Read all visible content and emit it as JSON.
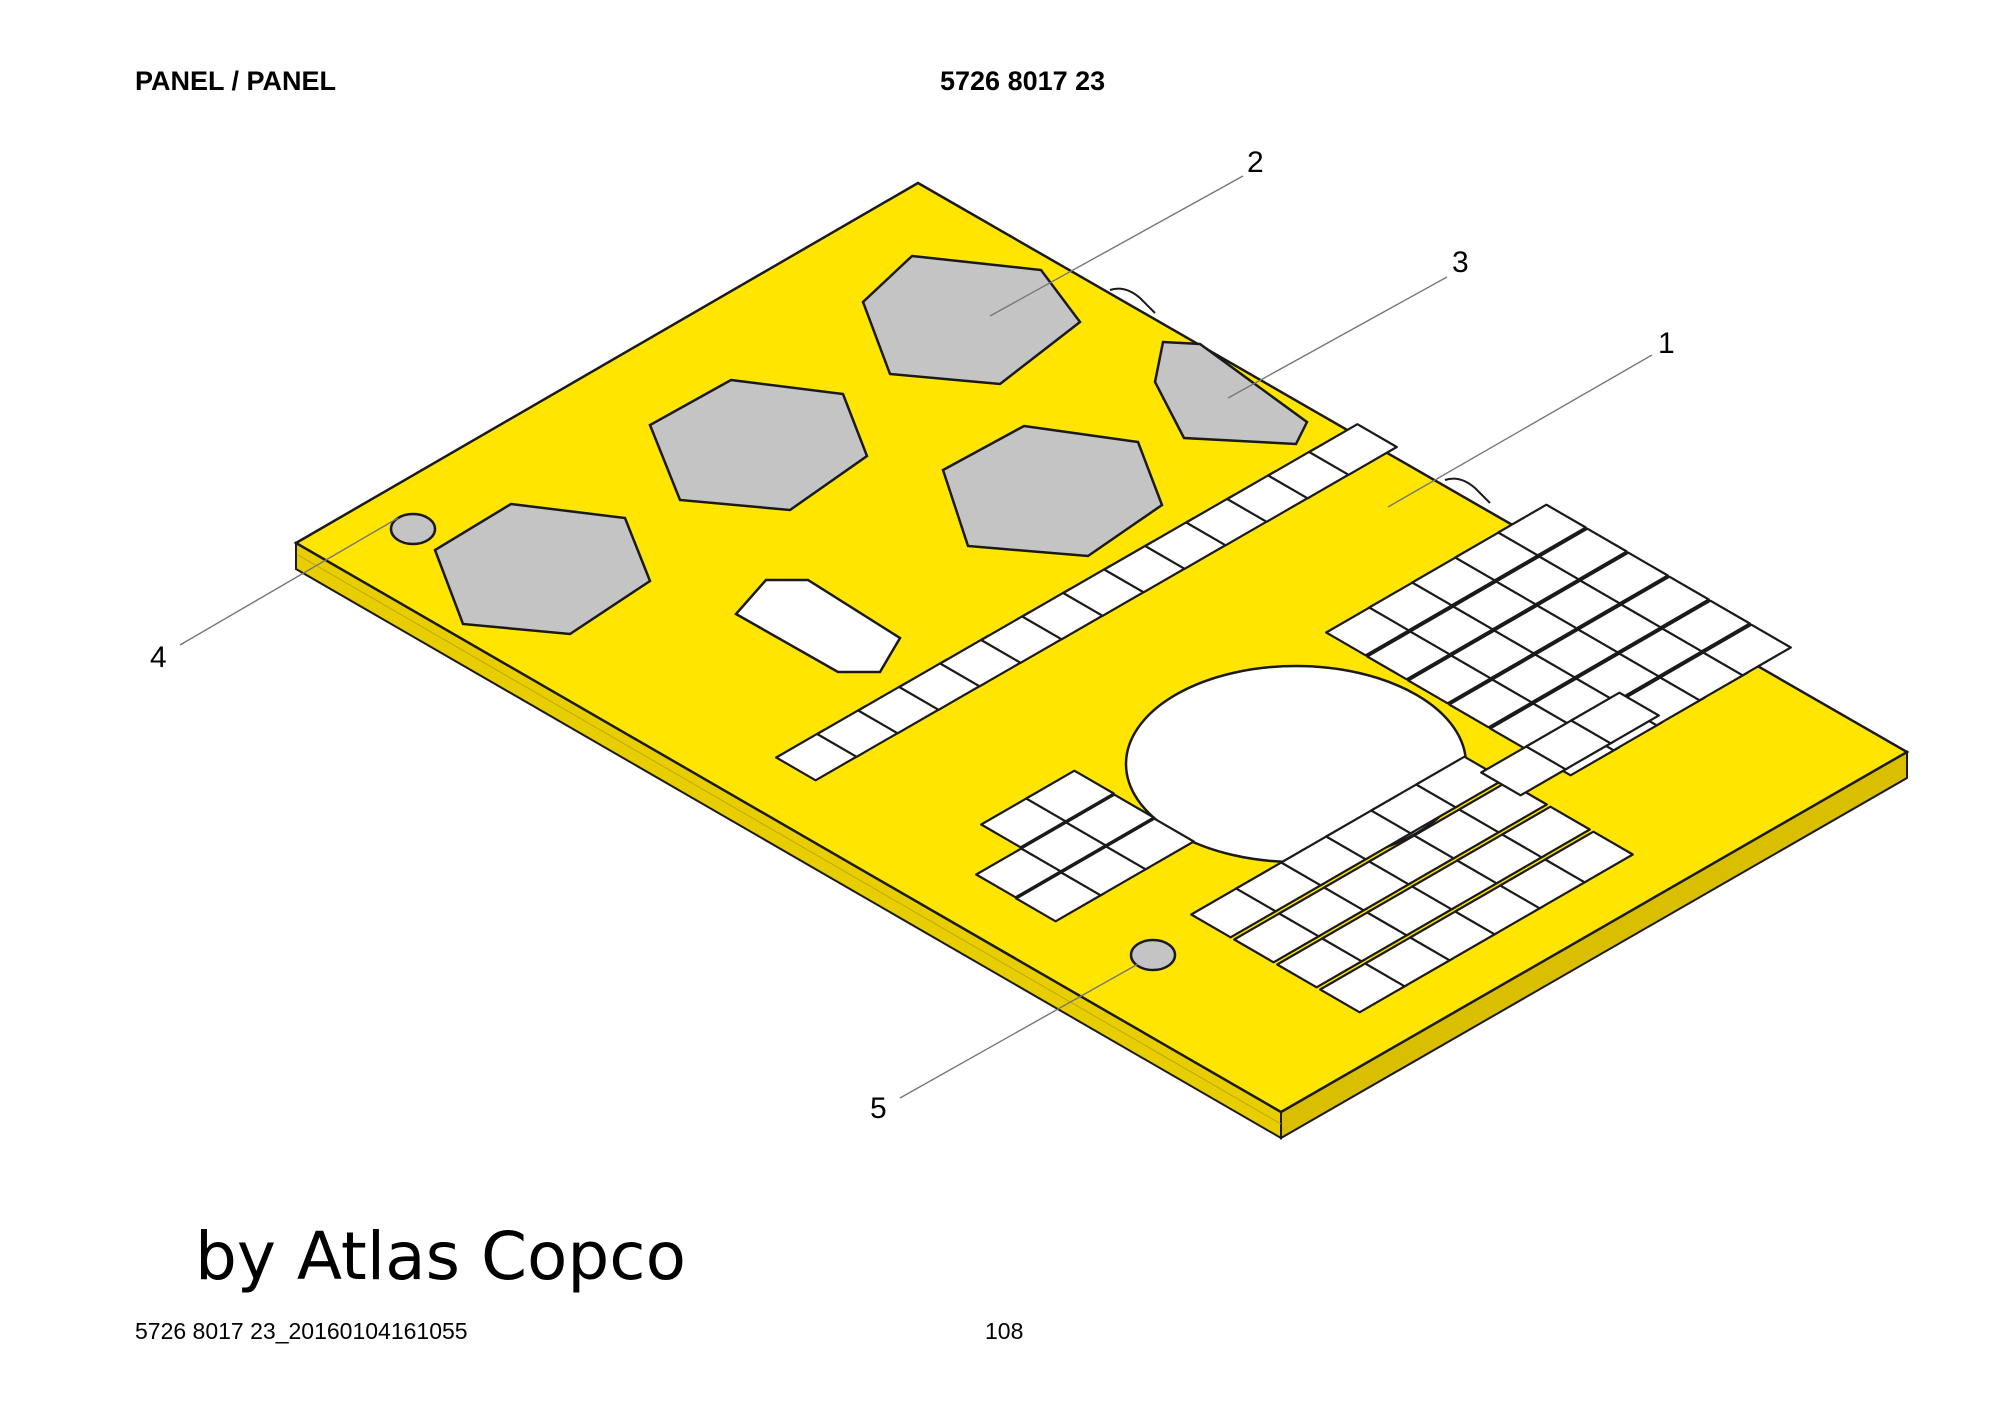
{
  "header": {
    "title": "PANEL / PANEL",
    "part_number": "5726 8017 23"
  },
  "callouts": [
    "1",
    "2",
    "3",
    "4",
    "5"
  ],
  "watermark": "by Atlas Copco",
  "footer": {
    "document_id": "5726 8017 23_20160104161055",
    "page_number": "108"
  },
  "colors": {
    "panel": "#FFE500",
    "panel_side": "#E8CE00",
    "cover_caps": "#C4C4C4",
    "outline": "#1a1a1a"
  }
}
